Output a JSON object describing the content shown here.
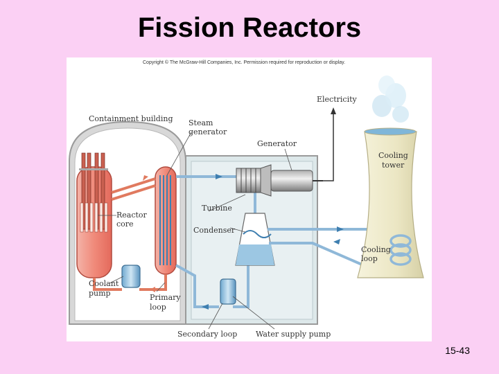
{
  "slide": {
    "title": "Fission Reactors",
    "page_number": "15-43"
  },
  "figure": {
    "copyright": "Copyright © The McGraw-Hill Companies, Inc. Permission required for reproduction or display.",
    "labels": {
      "electricity": "Electricity",
      "containment_building": "Containment building",
      "steam_generator_l1": "Steam",
      "steam_generator_l2": "generator",
      "generator": "Generator",
      "cooling_tower_l1": "Cooling",
      "cooling_tower_l2": "tower",
      "reactor_core_l1": "Reactor",
      "reactor_core_l2": "core",
      "turbine": "Turbine",
      "condenser": "Condenser",
      "cooling_loop_l1": "Cooling",
      "cooling_loop_l2": "loop",
      "coolant_pump_l1": "Coolant",
      "coolant_pump_l2": "pump",
      "primary_loop_l1": "Primary",
      "primary_loop_l2": "loop",
      "secondary_loop": "Secondary loop",
      "water_supply_pump": "Water supply pump"
    },
    "colors": {
      "slide_background": "#fbd0f4",
      "primary_loop": "#e07a5f",
      "secondary_loop": "#8fb8d8",
      "containment": "#d9d9d9",
      "turbine_hall": "#dde8ea",
      "cooling_tower": "#eeeacb"
    }
  }
}
